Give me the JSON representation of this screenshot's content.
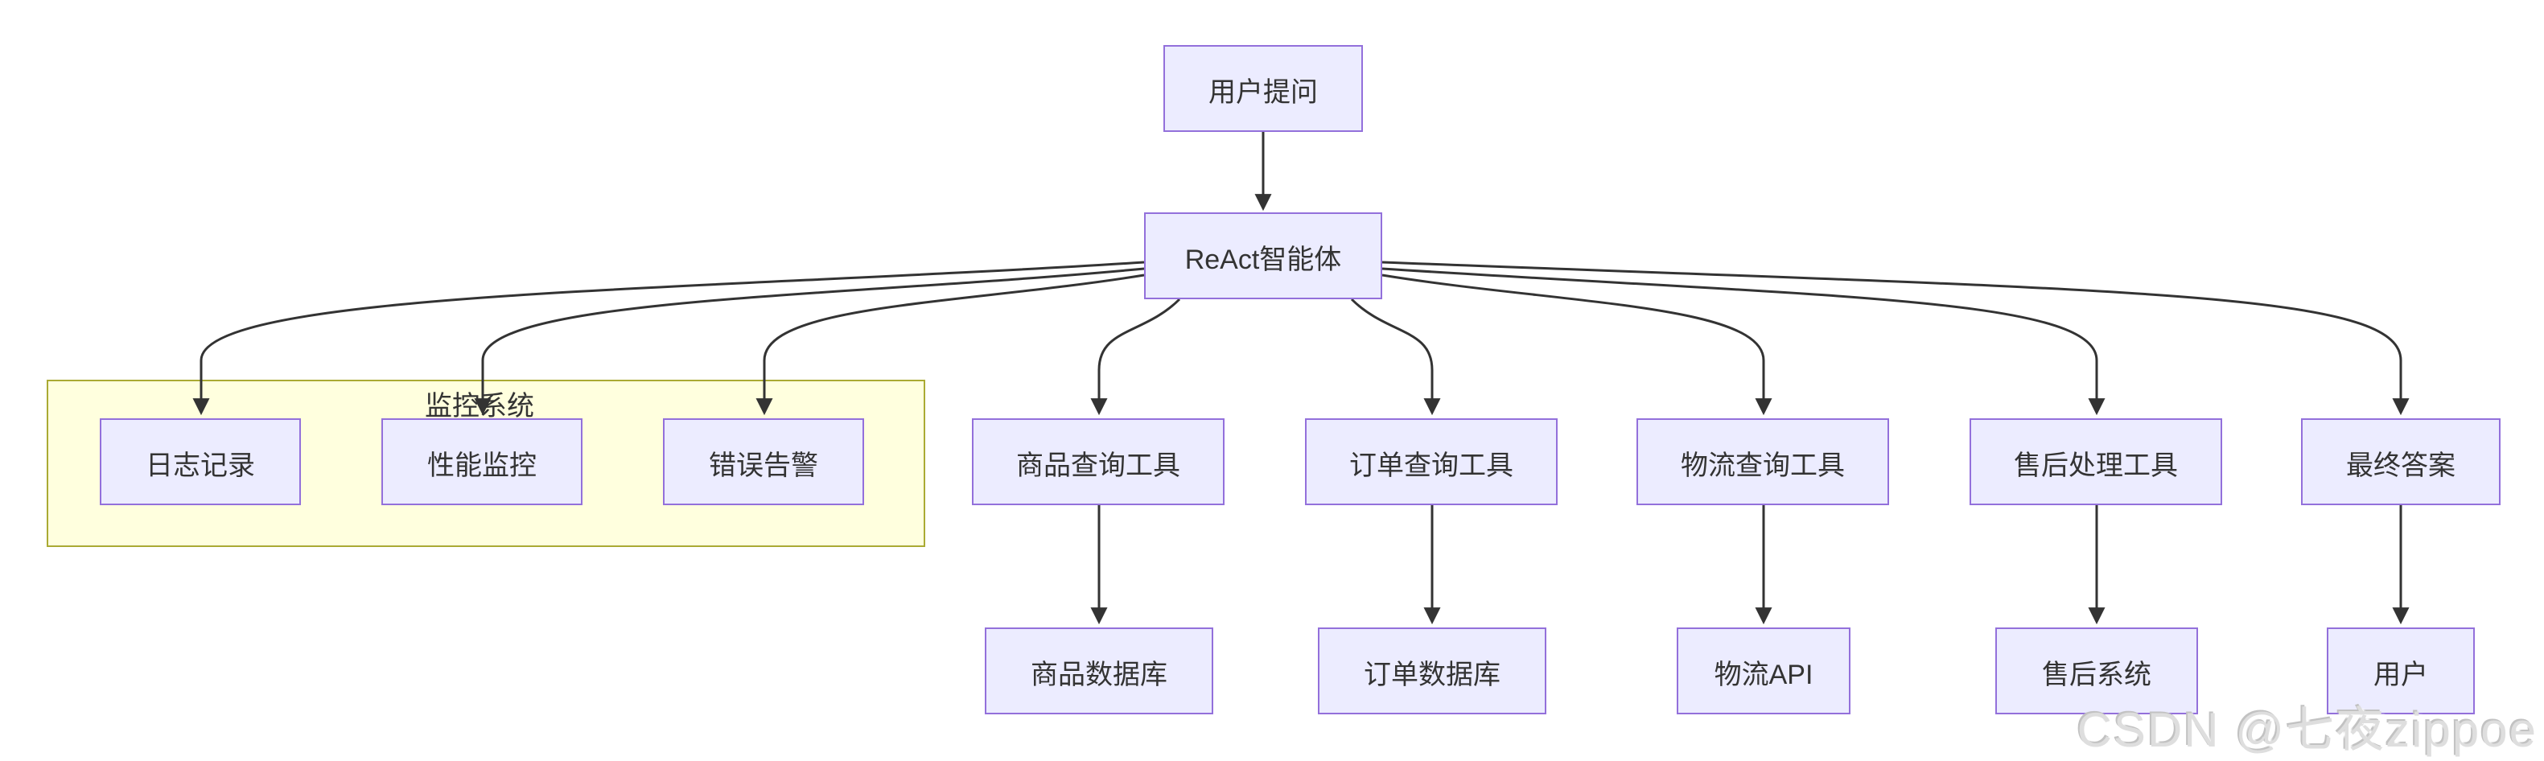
{
  "diagram": {
    "nodes": {
      "user_question": {
        "label": "用户提问"
      },
      "react_agent": {
        "label": "ReAct智能体"
      },
      "log_record": {
        "label": "日志记录"
      },
      "perf_monitor": {
        "label": "性能监控"
      },
      "error_alert": {
        "label": "错误告警"
      },
      "product_tool": {
        "label": "商品查询工具"
      },
      "order_tool": {
        "label": "订单查询工具"
      },
      "logistics_tool": {
        "label": "物流查询工具"
      },
      "aftersales_tool": {
        "label": "售后处理工具"
      },
      "final_answer": {
        "label": "最终答案"
      },
      "product_db": {
        "label": "商品数据库"
      },
      "order_db": {
        "label": "订单数据库"
      },
      "logistics_api": {
        "label": "物流API"
      },
      "aftersales_sys": {
        "label": "售后系统"
      },
      "user": {
        "label": "用户"
      }
    },
    "cluster": {
      "label": "监控系统"
    },
    "edges": [
      [
        "user_question",
        "react_agent"
      ],
      [
        "react_agent",
        "log_record"
      ],
      [
        "react_agent",
        "perf_monitor"
      ],
      [
        "react_agent",
        "error_alert"
      ],
      [
        "react_agent",
        "product_tool"
      ],
      [
        "react_agent",
        "order_tool"
      ],
      [
        "react_agent",
        "logistics_tool"
      ],
      [
        "react_agent",
        "aftersales_tool"
      ],
      [
        "react_agent",
        "final_answer"
      ],
      [
        "product_tool",
        "product_db"
      ],
      [
        "order_tool",
        "order_db"
      ],
      [
        "logistics_tool",
        "logistics_api"
      ],
      [
        "aftersales_tool",
        "aftersales_sys"
      ],
      [
        "final_answer",
        "user"
      ]
    ],
    "colors": {
      "node_fill": "#ECECFF",
      "node_border": "#9370DB",
      "cluster_fill": "#FFFFDE",
      "cluster_border": "#AAAA33",
      "edge": "#333333",
      "text": "#333333",
      "watermark": "#dedede"
    },
    "watermark": "CSDN @七夜zippoe"
  }
}
